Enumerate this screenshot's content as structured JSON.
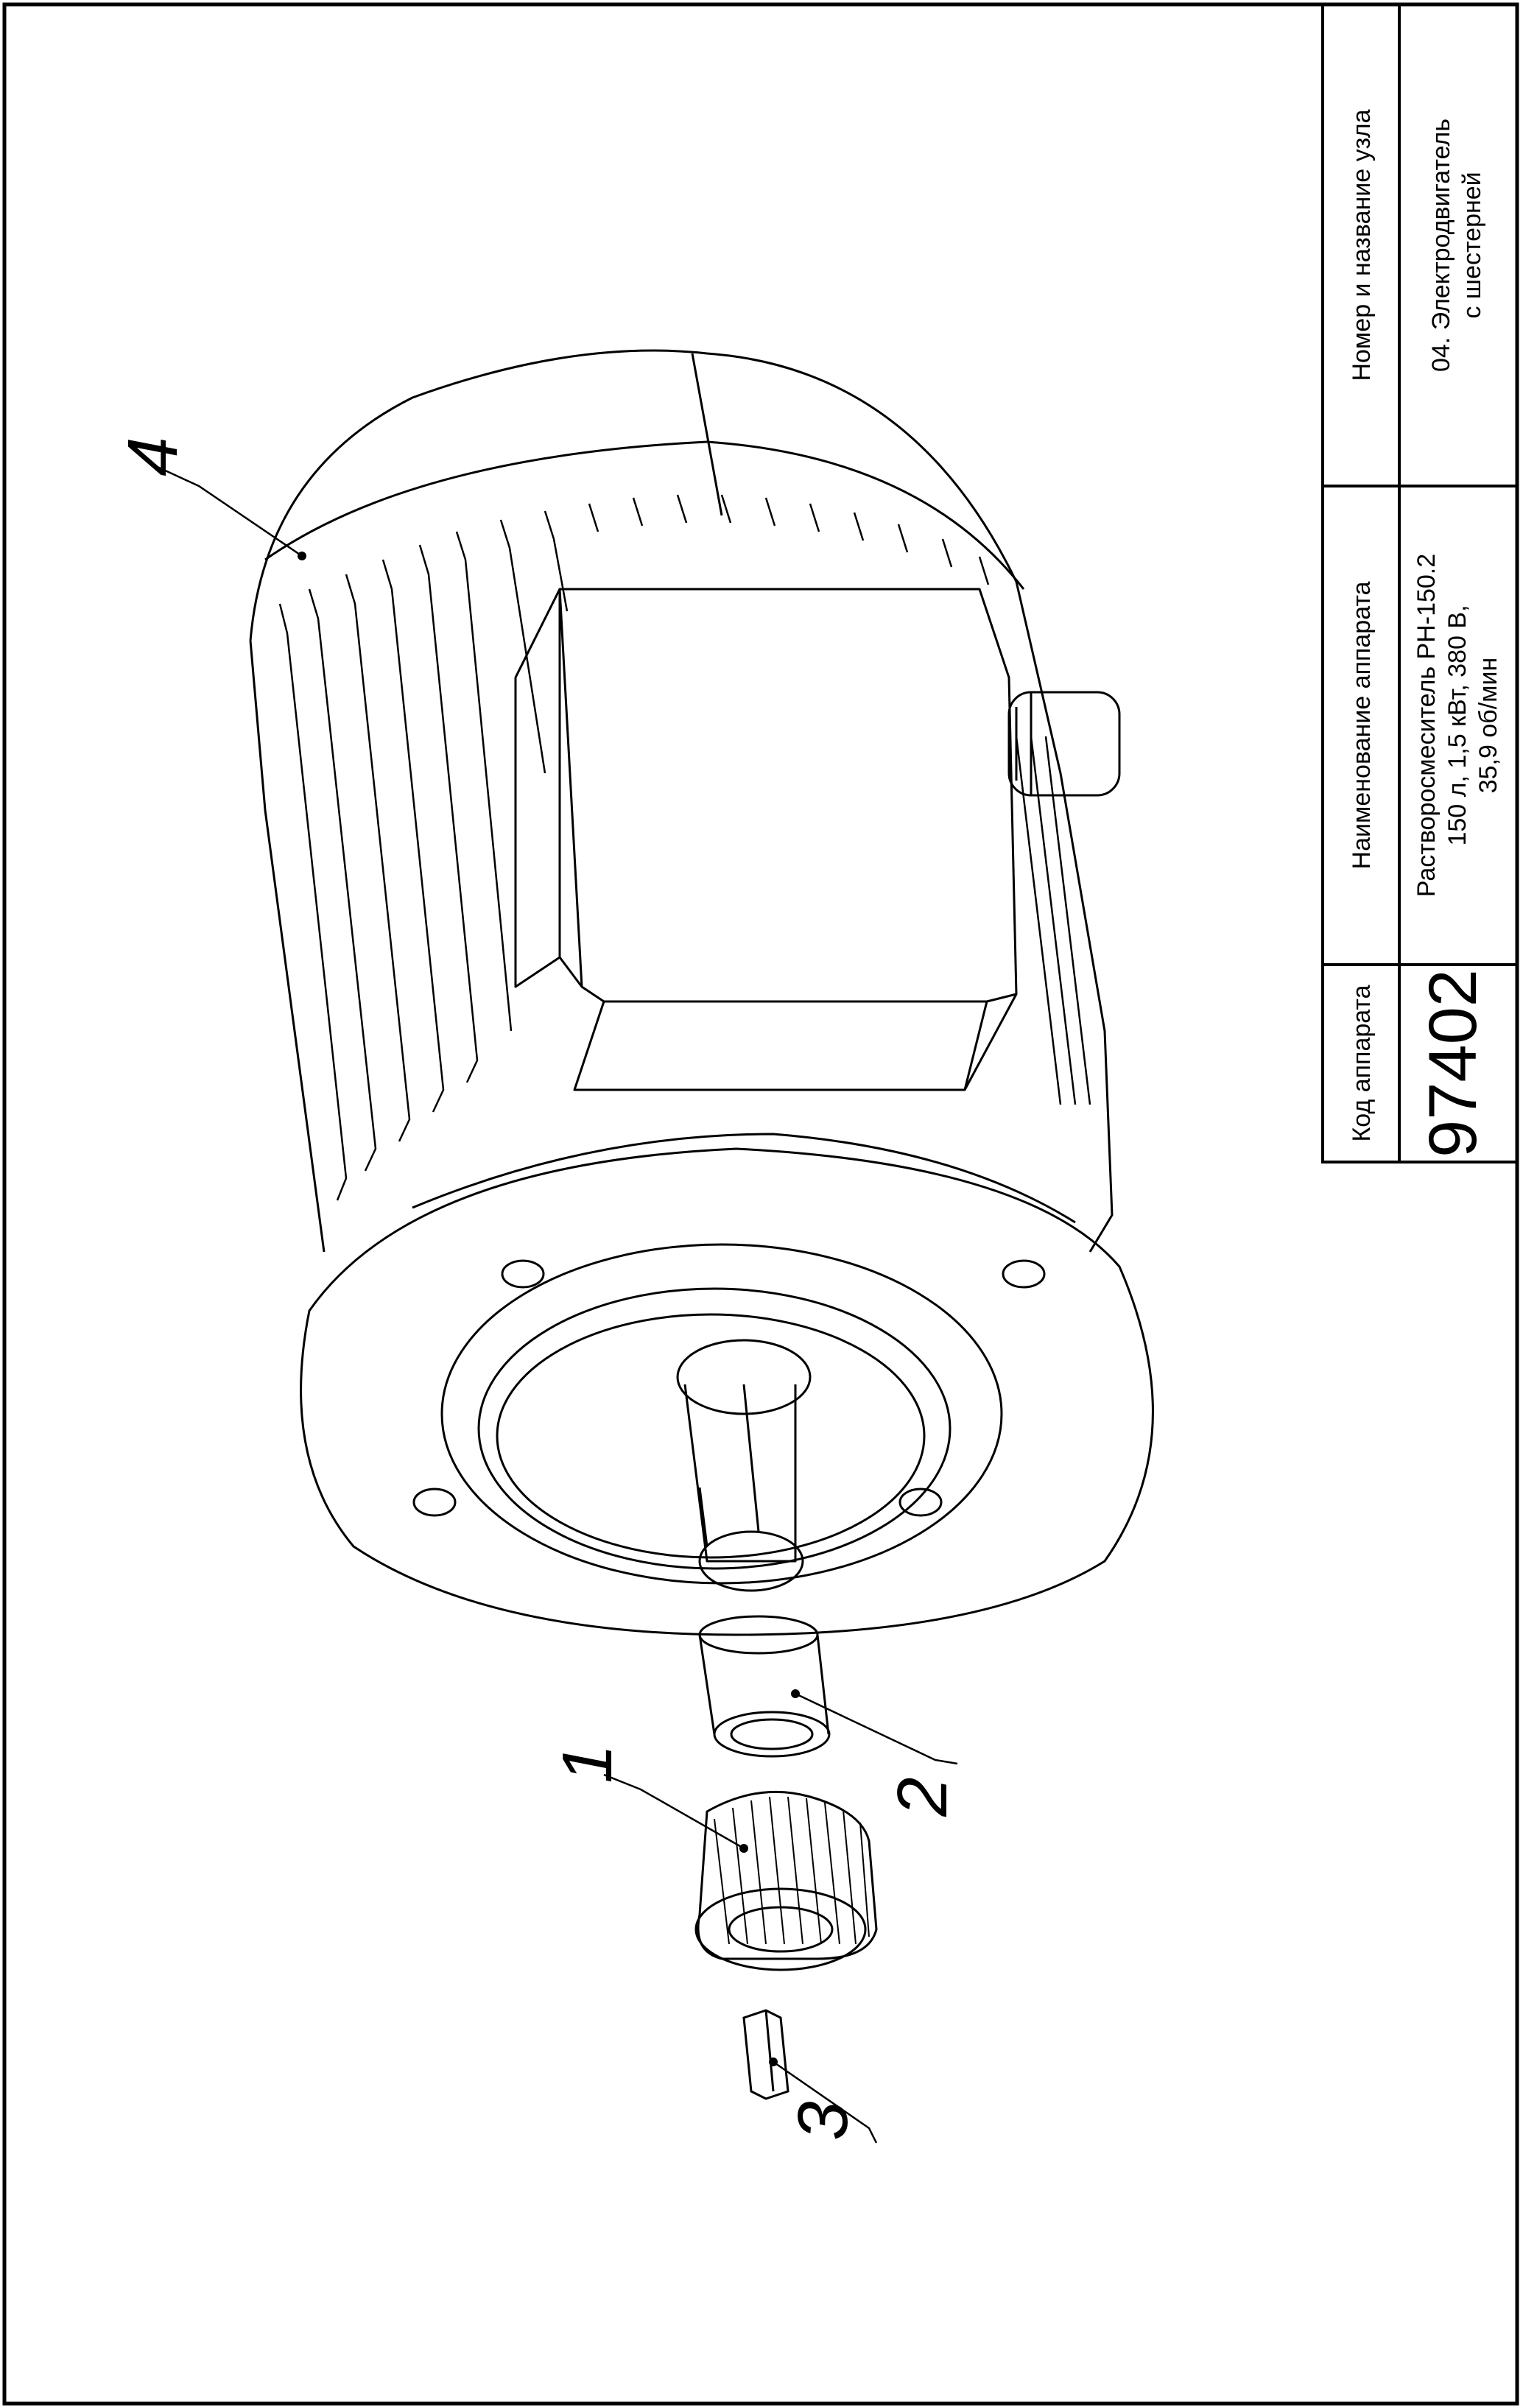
{
  "title_block": {
    "col1_header": "Код аппарата",
    "col1_value": "97402",
    "col2_header": "Наименование аппарата",
    "col2_line1": "Растворосмеситель РН-150.2",
    "col2_line2": "150 л, 1,5 кВт, 380 В,",
    "col2_line3": "35,9 об/мин",
    "col3_header": "Номер и название узла",
    "col3_line1": "04. Электродвигатель",
    "col3_line2": "с шестерней"
  },
  "callouts": {
    "part1": "1",
    "part2": "2",
    "part3": "3",
    "part4": "4"
  }
}
